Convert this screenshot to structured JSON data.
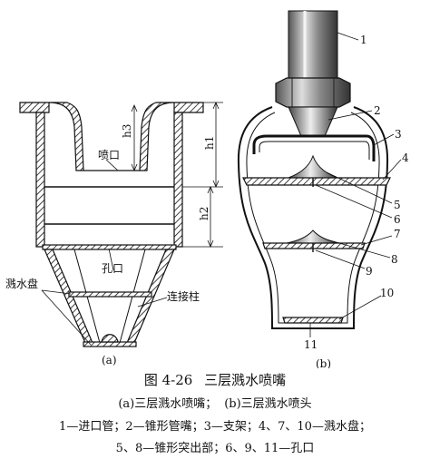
{
  "figure": {
    "number": "图 4-26",
    "title": "三层溅水喷嘴",
    "subcaption_a": "(a)三层溅水喷嘴；",
    "subcaption_b": "(b)三层溅水喷头",
    "legend_line1": "1—进口管；2—锥形管嘴；3—支架；4、7、10—溅水盘；",
    "legend_line2": "5、8—锥形突出部；6、9、11—孔口"
  },
  "diagram_a": {
    "panel_label": "(a)",
    "label_nozzle": "喷口",
    "label_orifice": "孔口",
    "label_splash_plate": "溅水盘",
    "label_connecting_column": "连接柱",
    "dim_h1": "h1",
    "dim_h2": "h2",
    "dim_h3": "h3"
  },
  "diagram_b": {
    "panel_label": "(b)",
    "part_numbers": [
      "1",
      "2",
      "3",
      "4",
      "5",
      "6",
      "7",
      "8",
      "9",
      "10",
      "11"
    ]
  }
}
